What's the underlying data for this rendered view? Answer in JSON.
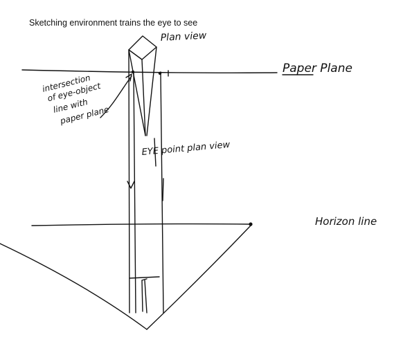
{
  "caption": "Sketching environment trains the eye to see",
  "labels": {
    "plan_view": "Plan view",
    "paper_plane": "Paper Plane",
    "intersection_l1": "intersection",
    "intersection_l2": "of eye-object",
    "intersection_l3": "line with",
    "intersection_l4": "paper plane",
    "eye_point": "EYE point plan view",
    "horizon_line": "Horizon line"
  },
  "colors": {
    "ink": "#111111",
    "background": "#ffffff"
  }
}
